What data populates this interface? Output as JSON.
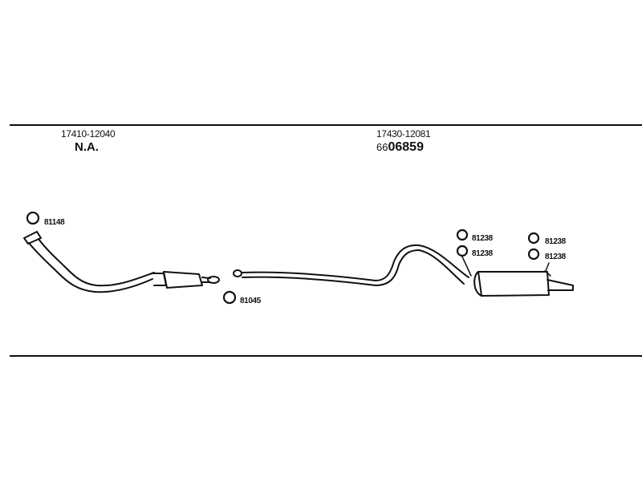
{
  "front_section": {
    "part_number": "17410-12040",
    "status": "N.A."
  },
  "rear_section": {
    "part_number": "17430-12081",
    "code_prefix": "66",
    "code_main": "06859"
  },
  "rings": {
    "front_ring": "81148",
    "middle_ring": "81045",
    "rear_rings": [
      "81238",
      "81238",
      "81238",
      "81238"
    ]
  }
}
